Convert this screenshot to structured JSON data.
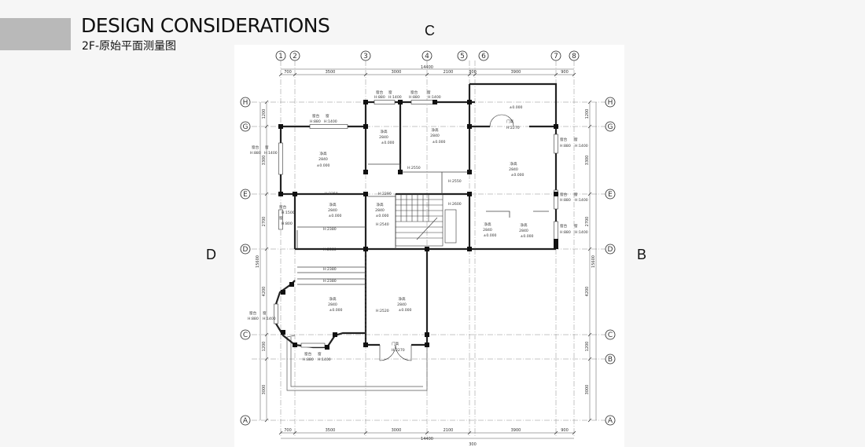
{
  "header": {
    "title": "DESIGN CONSIDERATIONS",
    "subtitle": "2F-原始平面测量图"
  },
  "directions": {
    "north": "C",
    "west": "D",
    "east": "B"
  },
  "plan": {
    "column_axes": [
      "1",
      "2",
      "3",
      "4",
      "5",
      "6",
      "7",
      "8"
    ],
    "row_axes": [
      "H",
      "G",
      "E",
      "D",
      "C",
      "B",
      "A"
    ],
    "top_dims": [
      "700",
      "3500",
      "3000",
      "2100",
      "300",
      "3900",
      "900"
    ],
    "bottom_dims": [
      "700",
      "3500",
      "3000",
      "2100",
      "3900",
      "900"
    ],
    "overall_width": "14400",
    "bottom_extra": "300",
    "left_dims": [
      "1200",
      "3300",
      "2700",
      "4200",
      "1200",
      "3000"
    ],
    "right_dims": [
      "1200",
      "3300",
      "2700",
      "4200",
      "1200",
      "3000"
    ],
    "overall_height_left": "15600",
    "overall_height_right": "15600",
    "room_label_clear": "净高",
    "room_height_value": "2840",
    "floor_level": "±0.000",
    "sill_label": "窗台",
    "window_label": "窗",
    "door_label": "门高",
    "sill_880": "H:880",
    "sill_800": "H:800",
    "sill_1500": "H:1500",
    "win_1400": "H:1400",
    "h_2270": "H:2270",
    "h_2550": "H:2550",
    "h_2350": "H:2350",
    "h_2290": "H:2290",
    "h_2600": "H:2600",
    "h_2540": "H:2540",
    "h_2520": "H:2520",
    "h_2380": "H:2380"
  }
}
